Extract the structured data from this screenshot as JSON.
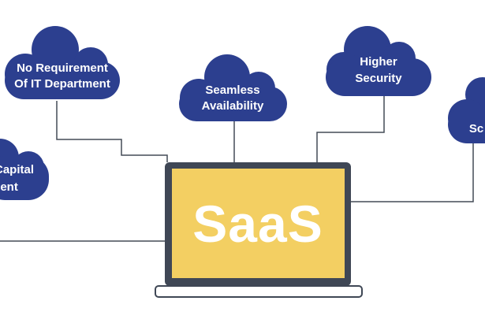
{
  "colors": {
    "cloud": "#2c3f8f",
    "laptop_frame": "#3f4755",
    "screen": "#f3cf62",
    "connector": "#444b57",
    "text": "#ffffff"
  },
  "center": {
    "label": "SaaS"
  },
  "clouds": [
    {
      "id": "no-it-dept",
      "lines": [
        "No Requirement",
        "Of IT Department"
      ]
    },
    {
      "id": "availability",
      "lines": [
        "Seamless",
        "Availability"
      ]
    },
    {
      "id": "security",
      "lines": [
        "Higher",
        "Security"
      ]
    },
    {
      "id": "capital",
      "lines": [
        "Capital",
        "nent"
      ]
    },
    {
      "id": "scalability",
      "lines": [
        "Sc"
      ]
    }
  ]
}
